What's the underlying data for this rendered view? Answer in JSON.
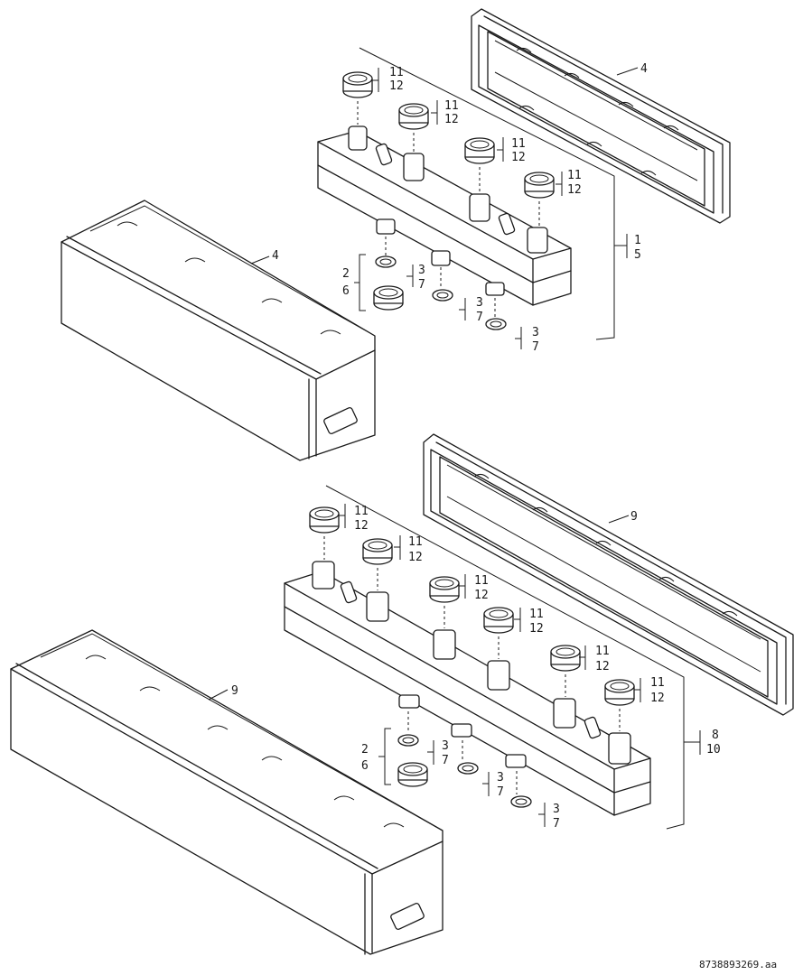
{
  "figure_id": "8738893269.aa",
  "labels": {
    "shell_front": "4",
    "shell_front_2": "9",
    "shell_back": "4",
    "shell_back_2": "9",
    "nut_a": "11",
    "nut_b": "12",
    "seal_a": "3",
    "seal_b": "7",
    "union_a": "2",
    "union_b": "6",
    "manifold_a": "1",
    "manifold_b": "5",
    "manifold2_a": "8",
    "manifold2_b": "10"
  }
}
